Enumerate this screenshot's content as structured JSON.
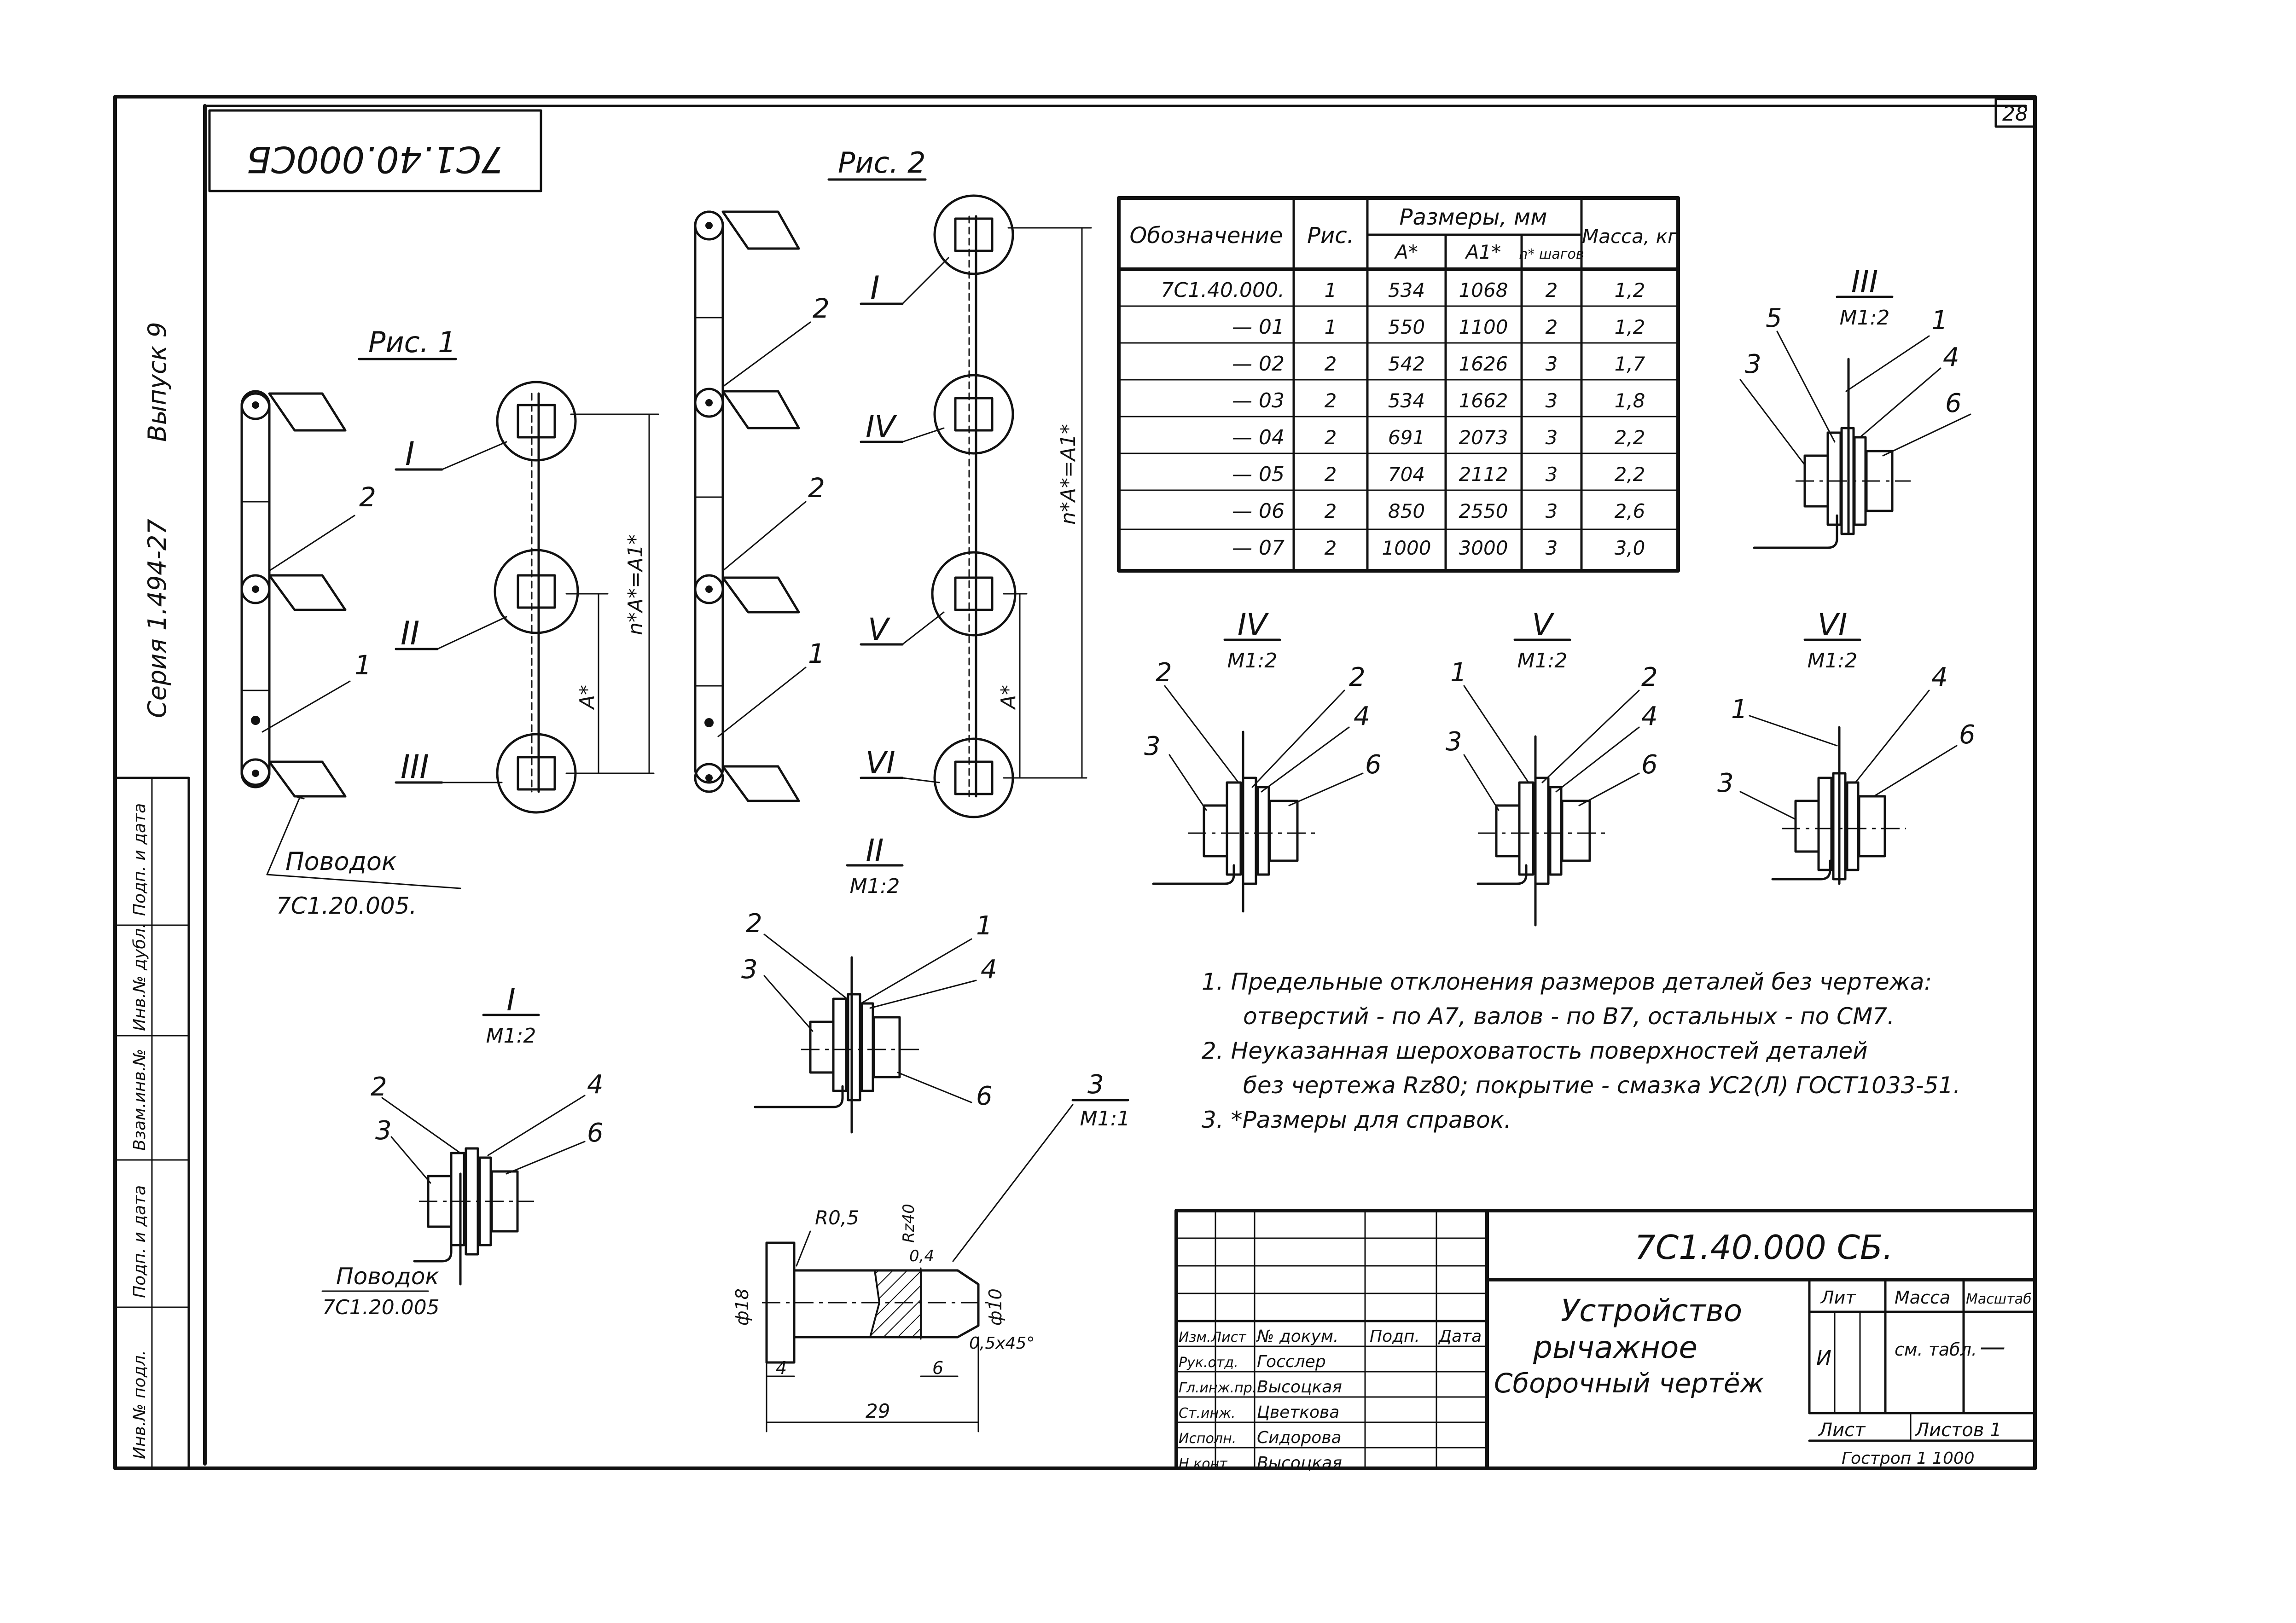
{
  "drawing": {
    "sheet_number": "28",
    "doc_code_rotated": "7С1.40.000СБ",
    "series_label": "Серия 1.494-27",
    "issue_label": "Выпуск 9",
    "title_doc_code": "7С1.40.000 СБ.",
    "title_name_line1": "Устройство",
    "title_name_line2": "рычажное",
    "title_name_line3": "Сборочный чертёж",
    "lit_header": "Лит",
    "mass_header": "Масса",
    "scale_header": "Масштаб",
    "lit_value": "И",
    "mass_value": "см. табл.",
    "scale_value": "—",
    "sheet_label": "Лист",
    "sheets_label": "Листов 1",
    "org_label": "Гостроп 1 1000",
    "signature_rows": [
      {
        "role": "Изм.Лист",
        "name": "№ докум.",
        "sign": "Подп.",
        "date": "Дата"
      },
      {
        "role": "Рук.отд.",
        "name": "Госслер",
        "sign": "",
        "date": ""
      },
      {
        "role": "Гл.инж.пр.",
        "name": "Высоцкая",
        "sign": "",
        "date": ""
      },
      {
        "role": "Ст.инж.",
        "name": "Цветкова",
        "sign": "",
        "date": ""
      },
      {
        "role": "Исполн.",
        "name": "Сидорова",
        "sign": "",
        "date": ""
      },
      {
        "role": "Н.конт.",
        "name": "Высоцкая",
        "sign": "",
        "date": ""
      }
    ],
    "margin_stamp": [
      "Инв.№ подл.",
      "Подп. и дата",
      "Взам.инв.№",
      "Инв.№ дубл.",
      "Подп. и дата"
    ]
  },
  "figures": {
    "fig1_title": "Рис. 1",
    "fig2_title": "Рис. 2",
    "povodok_label": "Поводок",
    "povodok_code": "7С1.20.005.",
    "povodok_label_small": "Поводок",
    "povodok_code_small": "7С1.20.005",
    "fig1_callouts": [
      "I",
      "II",
      "III"
    ],
    "fig2_callouts": [
      "I",
      "IV",
      "V",
      "VI"
    ],
    "fig1_parts": [
      "2",
      "1"
    ],
    "fig2_parts": [
      "2",
      "2",
      "1"
    ],
    "dim_A": "A*",
    "dim_nA": "n*A*=A1*",
    "dim_nA2": "n*A*=A1*"
  },
  "views": {
    "view_I": {
      "label": "I",
      "scale": "М1:2",
      "parts": [
        "2",
        "4",
        "3",
        "6"
      ]
    },
    "view_II": {
      "label": "II",
      "scale": "М1:2",
      "parts": [
        "2",
        "1",
        "3",
        "4",
        "6"
      ]
    },
    "view_III": {
      "label": "III",
      "scale": "М1:2",
      "parts": [
        "5",
        "1",
        "3",
        "4",
        "6"
      ]
    },
    "view_IV": {
      "label": "IV",
      "scale": "М1:2",
      "parts": [
        "2",
        "2",
        "4",
        "3",
        "6"
      ]
    },
    "view_V": {
      "label": "V",
      "scale": "М1:2",
      "parts": [
        "1",
        "2",
        "4",
        "3",
        "6"
      ]
    },
    "view_VI": {
      "label": "VI",
      "scale": "М1:2",
      "parts": [
        "4",
        "1",
        "6",
        "3"
      ]
    },
    "part3": {
      "label": "3",
      "scale": "М1:1",
      "dims": [
        "R0,5",
        "Rz40",
        "0,4",
        "ф18",
        "ф10",
        "0,5х45°",
        "4",
        "6",
        "29"
      ]
    }
  },
  "table": {
    "header_designation": "Обозначение",
    "header_fig": "Рис.",
    "header_sizes": "Размеры, мм",
    "header_mass": "Масса, кг",
    "sub_A": "A*",
    "sub_A1": "A1*",
    "sub_n": "n* шагов",
    "rows": [
      {
        "designation": "7С1.40.000.",
        "fig": "1",
        "A": "534",
        "A1": "1068",
        "n": "2",
        "mass": "1,2"
      },
      {
        "designation": "— 01",
        "fig": "1",
        "A": "550",
        "A1": "1100",
        "n": "2",
        "mass": "1,2"
      },
      {
        "designation": "— 02",
        "fig": "2",
        "A": "542",
        "A1": "1626",
        "n": "3",
        "mass": "1,7"
      },
      {
        "designation": "— 03",
        "fig": "2",
        "A": "534",
        "A1": "1662",
        "n": "3",
        "mass": "1,8"
      },
      {
        "designation": "— 04",
        "fig": "2",
        "A": "691",
        "A1": "2073",
        "n": "3",
        "mass": "2,2"
      },
      {
        "designation": "— 05",
        "fig": "2",
        "A": "704",
        "A1": "2112",
        "n": "3",
        "mass": "2,2"
      },
      {
        "designation": "— 06",
        "fig": "2",
        "A": "850",
        "A1": "2550",
        "n": "3",
        "mass": "2,6"
      },
      {
        "designation": "— 07",
        "fig": "2",
        "A": "1000",
        "A1": "3000",
        "n": "3",
        "mass": "3,0"
      }
    ]
  },
  "notes": [
    "1. Предельные отклонения размеров деталей без чертежа:",
    "отверстий - по А7, валов - по В7, остальных - по СМ7.",
    "2. Неуказанная шероховатость поверхностей деталей",
    "без чертежа Rz80; покрытие - смазка УС2(Л) ГОСТ1033-51.",
    "3. *Размеры для справок."
  ]
}
